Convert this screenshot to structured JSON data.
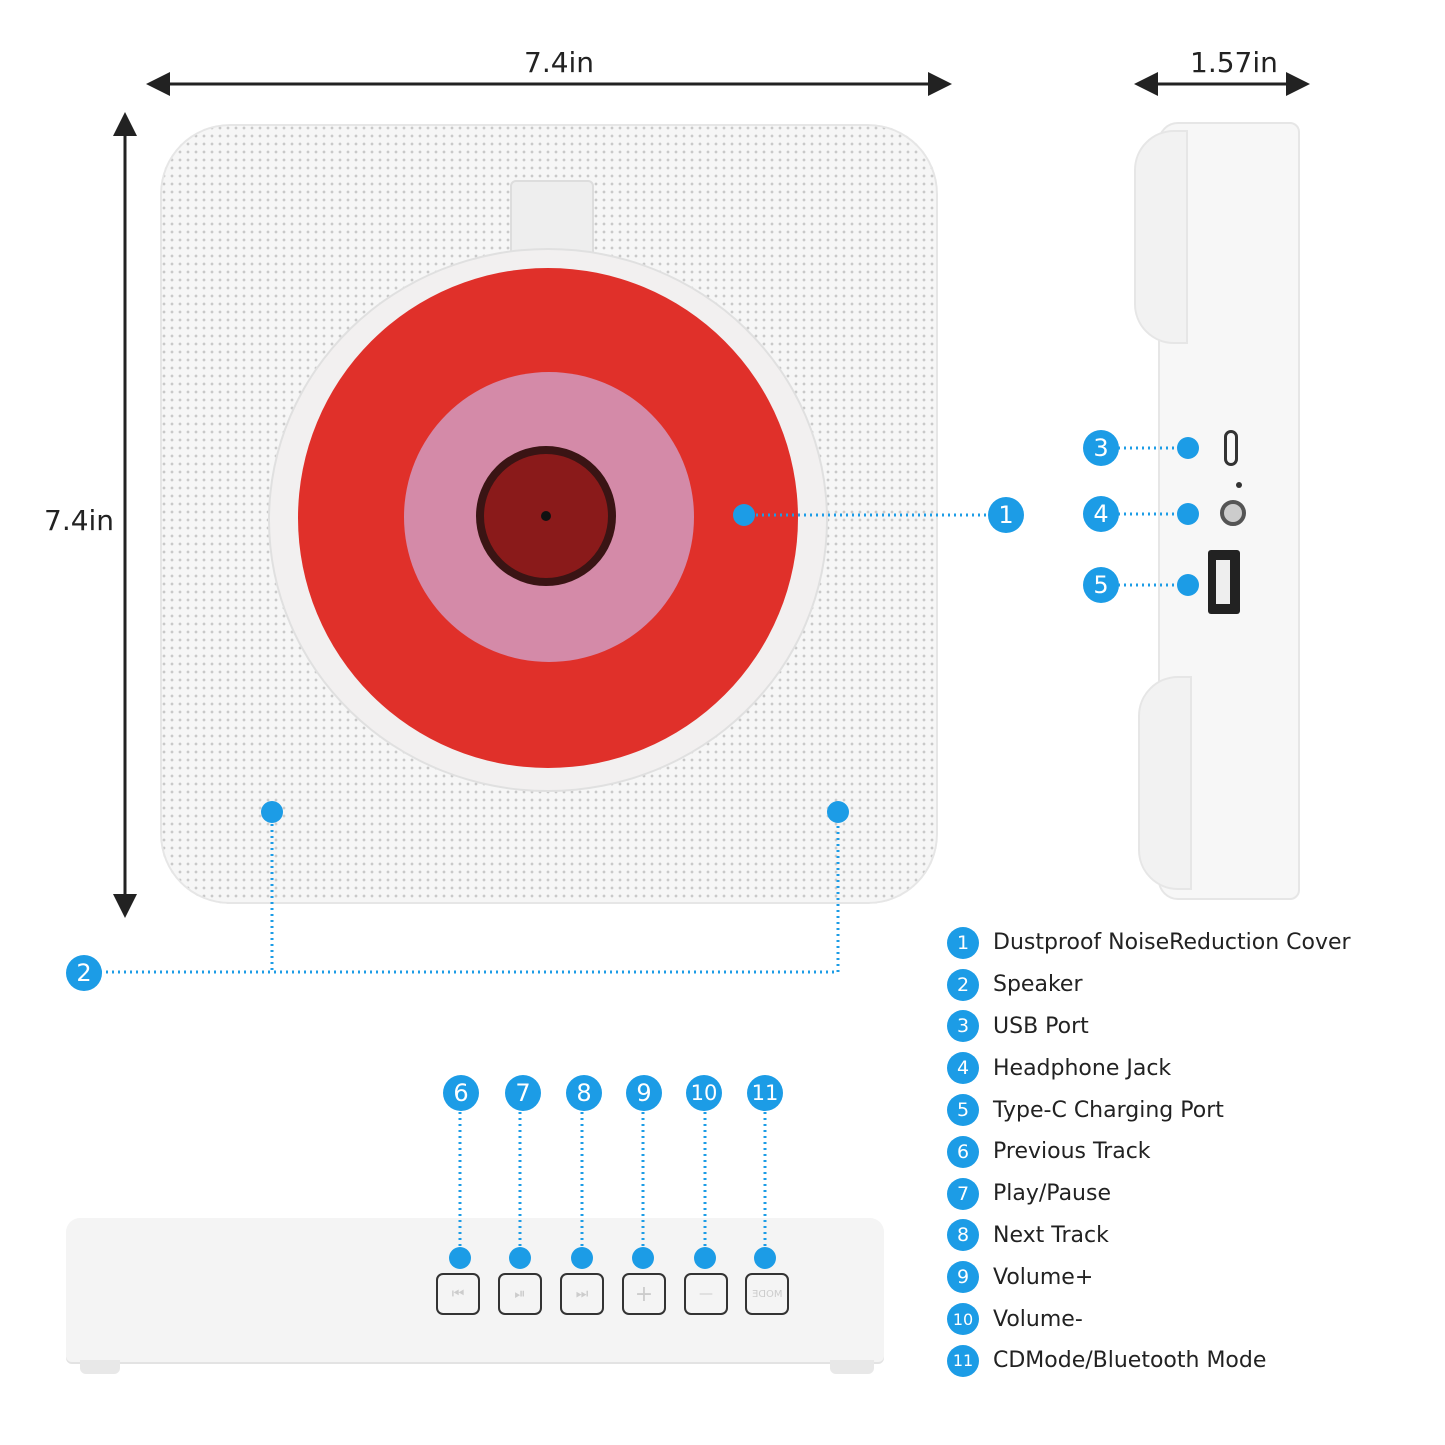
{
  "dimensions": {
    "width_front": "7.4in",
    "height_front": "7.4in",
    "depth_side": "1.57in"
  },
  "colors": {
    "accent": "#1c9ce6",
    "disc_red": "#e0302a",
    "disc_pink": "#d48aa8",
    "body": "#f6f6f6"
  },
  "callouts": [
    "1",
    "2",
    "3",
    "4",
    "5",
    "6",
    "7",
    "8",
    "9",
    "10",
    "11"
  ],
  "buttons": [
    {
      "icon": "previous-track-icon",
      "glyph": "⏮"
    },
    {
      "icon": "play-pause-icon",
      "glyph": "⏯"
    },
    {
      "icon": "next-track-icon",
      "glyph": "⏭"
    },
    {
      "icon": "plus-icon",
      "glyph": "+"
    },
    {
      "icon": "minus-icon",
      "glyph": "—"
    },
    {
      "icon": "mode-icon",
      "glyph": "MODE"
    }
  ],
  "legend": [
    {
      "num": "1",
      "label": "Dustproof NoiseReduction Cover"
    },
    {
      "num": "2",
      "label": "Speaker"
    },
    {
      "num": "3",
      "label": "USB Port"
    },
    {
      "num": "4",
      "label": "Headphone Jack"
    },
    {
      "num": "5",
      "label": "Type-C Charging Port"
    },
    {
      "num": "6",
      "label": "Previous Track"
    },
    {
      "num": "7",
      "label": "Play/Pause"
    },
    {
      "num": "8",
      "label": "Next Track"
    },
    {
      "num": "9",
      "label": "Volume+"
    },
    {
      "num": "10",
      "label": "Volume-"
    },
    {
      "num": "11",
      "label": "CDMode/Bluetooth Mode"
    }
  ]
}
